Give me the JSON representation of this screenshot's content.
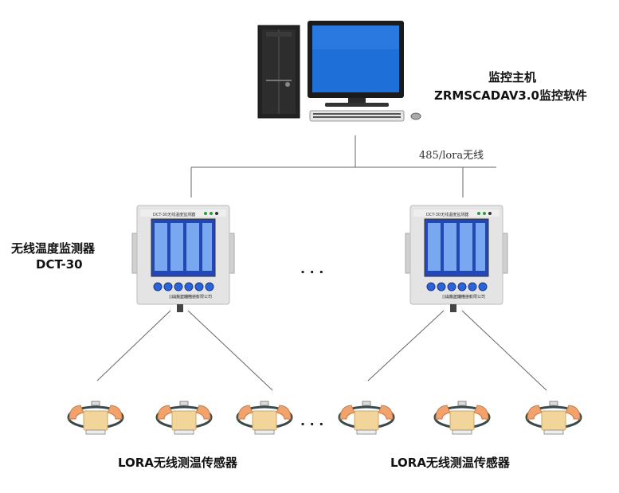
{
  "host": {
    "title": "监控主机",
    "software": "ZRMSCADAV3.0监控软件"
  },
  "link": {
    "label": "485/lora无线"
  },
  "monitor": {
    "name": "无线温度监测器",
    "model": "DCT-30",
    "panel_title": "DCT-30无线温度监测器",
    "panel_company": "山东正瑞电子有限公司"
  },
  "ellipsis": "· · ·",
  "sensors": {
    "label_left": "LORA无线测温传感器",
    "label_right": "LORA无线测温传感器"
  },
  "colors": {
    "line": "#666666",
    "screen": "#1f6fd8",
    "device_body": "#e4e4e4",
    "lcd": "#2447b6",
    "button": "#2c64d8",
    "sensor_band": "#f2a36d",
    "sensor_block": "#f1d59a"
  }
}
